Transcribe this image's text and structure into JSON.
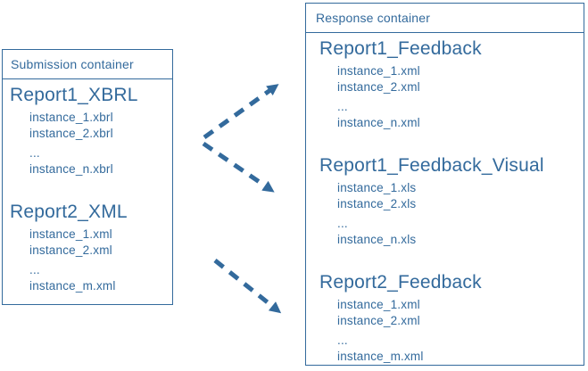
{
  "colors": {
    "accent": "#336A9C",
    "background": "#FFFFFF"
  },
  "submission": {
    "title": "Submission container",
    "groups": [
      {
        "name": "Report1_XBRL",
        "items": [
          "instance_1.xbrl",
          "instance_2.xbrl",
          "...",
          "instance_n.xbrl"
        ]
      },
      {
        "name": "Report2_XML",
        "items": [
          "instance_1.xml",
          "instance_2.xml",
          "...",
          "instance_m.xml"
        ]
      }
    ]
  },
  "response": {
    "title": "Response container",
    "groups": [
      {
        "name": "Report1_Feedback",
        "items": [
          "instance_1.xml",
          "instance_2.xml",
          "...",
          "instance_n.xml"
        ]
      },
      {
        "name": "Report1_Feedback_Visual",
        "items": [
          "instance_1.xls",
          "instance_2.xls",
          "...",
          "instance_n.xls"
        ]
      },
      {
        "name": "Report2_Feedback",
        "items": [
          "instance_1.xml",
          "instance_2.xml",
          "...",
          "instance_m.xml"
        ]
      }
    ]
  },
  "arrows": [
    {
      "name": "submission-to-report1-feedback",
      "style": "dashed"
    },
    {
      "name": "submission-to-report1-feedback-visual",
      "style": "dashed"
    },
    {
      "name": "submission-to-report2-feedback",
      "style": "dashed"
    }
  ]
}
